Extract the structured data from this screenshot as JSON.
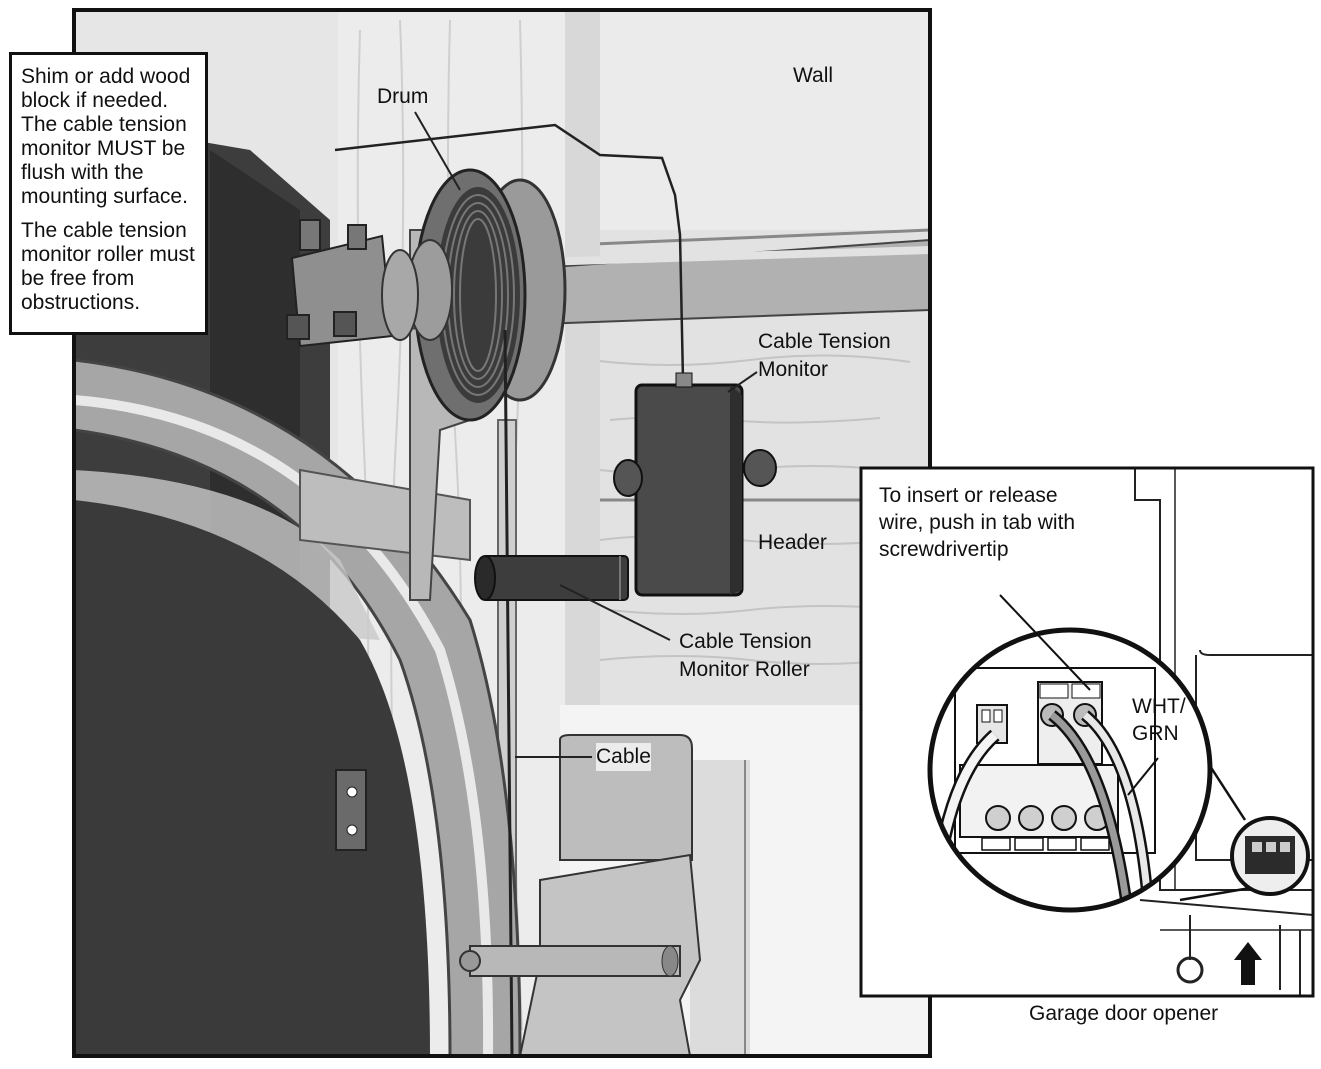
{
  "labels": {
    "wall": "Wall",
    "drum": "Drum",
    "cable_tension_monitor": [
      "Cable Tension",
      "Monitor"
    ],
    "header": "Header",
    "cable_tension_monitor_roller": [
      "Cable Tension",
      "Monitor Roller"
    ],
    "cable": "Cable",
    "wht_grn": [
      "WHT/",
      "GRN"
    ],
    "garage_door_opener": "Garage door opener"
  },
  "notes": {
    "shim": "Shim or add wood block if needed. The cable tension monitor MUST be flush with the mounting surface.",
    "roller": "The cable tension monitor roller must be free from obstructions.",
    "insert_wire": "To insert or release wire, push in tab with screwdrivertip"
  },
  "colors": {
    "frame": "#111111",
    "wood_light": "#e4e4e4",
    "steel_dark": "#3a3a3a",
    "steel_mid": "#8a8a8a",
    "steel_light": "#c4c4c4"
  }
}
